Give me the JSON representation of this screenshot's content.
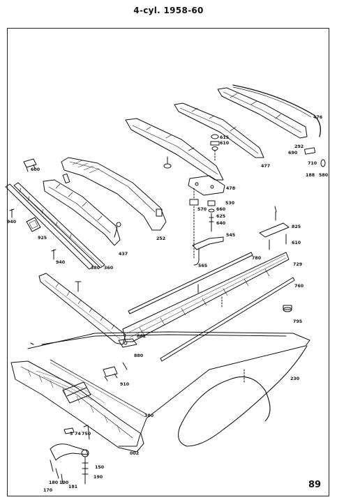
{
  "page_title": "4-cyl. 1958-60",
  "page_number": "89",
  "callouts": {
    "c476": "476",
    "c292": "292",
    "c690": "690",
    "c710": "710",
    "c188": "188",
    "c580": "580",
    "c477": "477",
    "c615": "615",
    "c610a": "610",
    "c478": "478",
    "c530": "530",
    "c570": "570",
    "c660": "660",
    "c625": "625",
    "c640": "640",
    "c545": "545",
    "c565": "565",
    "c600": "600",
    "c252": "252",
    "c940a": "940",
    "c925": "925",
    "c437": "437",
    "c940b": "940",
    "c380a": "380",
    "c360": "360",
    "c825": "825",
    "c610b": "610",
    "c780": "780",
    "c729": "729",
    "c760": "760",
    "c795": "795",
    "c862": "862",
    "c880": "880",
    "c910": "910",
    "c230": "230",
    "c380b": "380",
    "c5": "5",
    "c74": "74",
    "c750": "750",
    "c002": "002",
    "c150": "150",
    "c190": "190",
    "c180": "180",
    "c100": "100",
    "c181": "181",
    "c170": "170"
  }
}
